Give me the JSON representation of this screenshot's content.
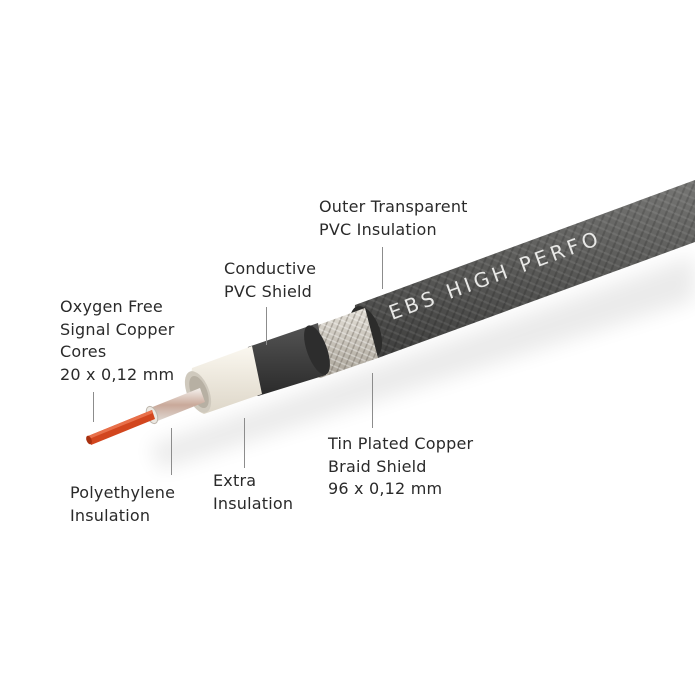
{
  "diagram": {
    "subject": "EBS High Performance instrument cable cross-section",
    "printed_text_on_jacket": "EBS HIGH PERFO",
    "colors": {
      "background": "#ffffff",
      "label_text": "#2a2a2a",
      "leader_line": "#8c8c8c",
      "copper_core": "#d2461e",
      "polyethylene": "#e6e2dc",
      "extra_insulation": "#f4f0e6",
      "conductive_shield": "#3c3c3c",
      "braid_shield": "#cdc7bc",
      "outer_jacket": "#5a5a58"
    },
    "labels": [
      {
        "id": "outer-insulation",
        "lines": [
          "Outer Transparent",
          "PVC Insulation"
        ]
      },
      {
        "id": "conductive-shield",
        "lines": [
          "Conductive",
          "PVC Shield"
        ]
      },
      {
        "id": "copper-cores",
        "lines": [
          "Oxygen Free",
          "Signal Copper",
          "Cores",
          "20 x 0,12 mm"
        ]
      },
      {
        "id": "polyethylene",
        "lines": [
          "Polyethylene",
          "Insulation"
        ]
      },
      {
        "id": "extra-insulation",
        "lines": [
          "Extra",
          "Insulation"
        ]
      },
      {
        "id": "braid-shield",
        "lines": [
          "Tin Plated Copper",
          "Braid Shield",
          "96 x 0,12 mm"
        ]
      }
    ]
  }
}
